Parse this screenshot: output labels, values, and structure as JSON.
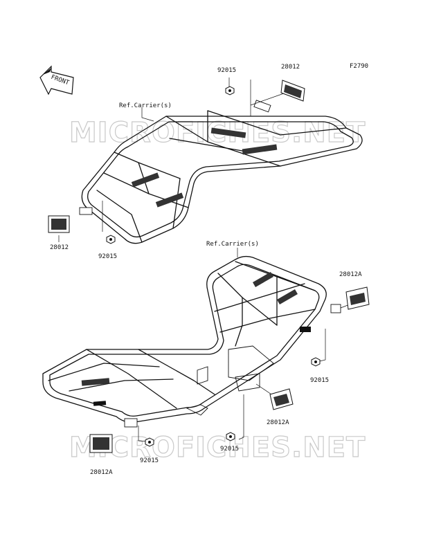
{
  "figure_code": "F2790",
  "front_marker": "FRONT",
  "watermark": "MICROFICHES.NET",
  "ref_labels": {
    "top": "Ref.Carrier(s)",
    "bottom": "Ref.Carrier(s)"
  },
  "part_labels": {
    "nut_top": "92015",
    "reflector_top": "28012",
    "reflector_left": "28012",
    "nut_left": "92015",
    "reflector_right": "28012A",
    "nut_right": "92015",
    "reflector_mid": "28012A",
    "nut_mid": "92015",
    "nut_bottom": "92015",
    "reflector_bottom": "28012A"
  }
}
